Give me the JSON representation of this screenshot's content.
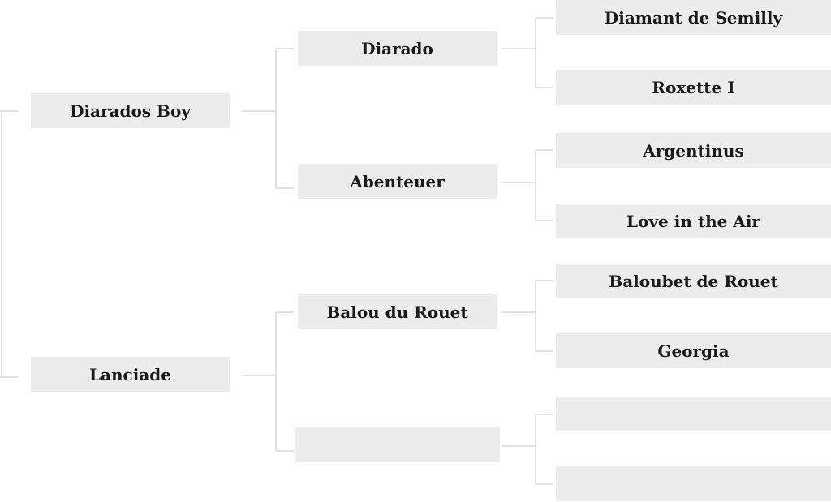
{
  "pedigree": {
    "parents": [
      {
        "name": "Diarados Boy"
      },
      {
        "name": "Lanciade"
      }
    ],
    "grandparents": [
      {
        "name": "Diarado"
      },
      {
        "name": "Abenteuer"
      },
      {
        "name": "Balou du Rouet"
      },
      {
        "name": ""
      }
    ],
    "great_grandparents": [
      {
        "name": "Diamant de Semilly"
      },
      {
        "name": "Roxette I"
      },
      {
        "name": "Argentinus"
      },
      {
        "name": "Love in the Air"
      },
      {
        "name": "Baloubet de Rouet"
      },
      {
        "name": "Georgia"
      },
      {
        "name": ""
      },
      {
        "name": ""
      }
    ]
  }
}
